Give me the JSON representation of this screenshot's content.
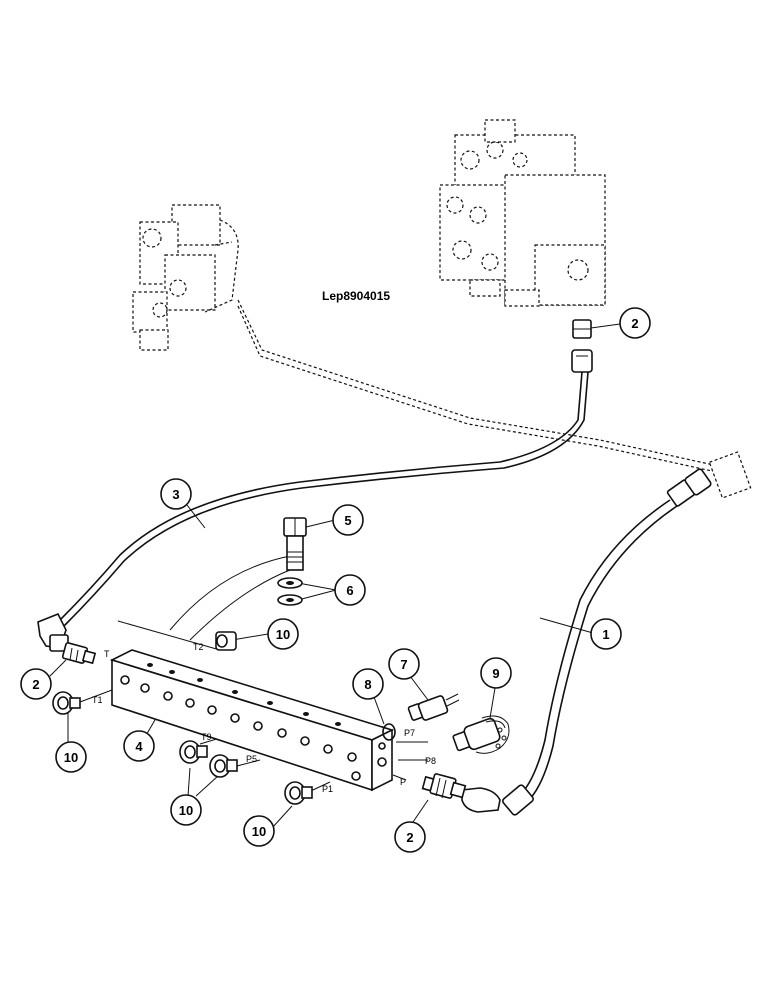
{
  "reference_code": "Lep8904015",
  "callouts": [
    {
      "id": "c2-top",
      "label": "2"
    },
    {
      "id": "c3",
      "label": "3"
    },
    {
      "id": "c5",
      "label": "5"
    },
    {
      "id": "c6",
      "label": "6"
    },
    {
      "id": "c1",
      "label": "1"
    },
    {
      "id": "c10-top",
      "label": "10"
    },
    {
      "id": "c2-left",
      "label": "2"
    },
    {
      "id": "c7",
      "label": "7"
    },
    {
      "id": "c8",
      "label": "8"
    },
    {
      "id": "c9",
      "label": "9"
    },
    {
      "id": "c10-left",
      "label": "10"
    },
    {
      "id": "c4",
      "label": "4"
    },
    {
      "id": "c10-mid",
      "label": "10"
    },
    {
      "id": "c10-bottom",
      "label": "10"
    },
    {
      "id": "c2-bottom",
      "label": "2"
    }
  ],
  "ports": [
    {
      "id": "T2",
      "label": "T2"
    },
    {
      "id": "T",
      "label": "T"
    },
    {
      "id": "T1",
      "label": "T1"
    },
    {
      "id": "T9",
      "label": "T9"
    },
    {
      "id": "P5",
      "label": "P5"
    },
    {
      "id": "P7",
      "label": "P7"
    },
    {
      "id": "P8",
      "label": "P8"
    },
    {
      "id": "P",
      "label": "P"
    },
    {
      "id": "P1",
      "label": "P1"
    }
  ]
}
